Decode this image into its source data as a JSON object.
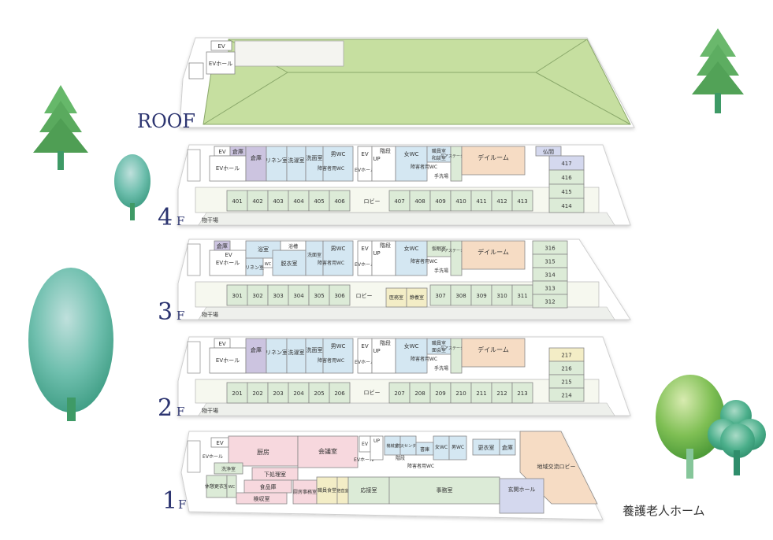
{
  "caption": "養護老人ホーム",
  "colors": {
    "roof": "#c6dfa0",
    "room_green": "#dcebd7",
    "room_blue": "#d4e7f2",
    "room_pink": "#f7d8de",
    "room_orange": "#f6dcc4",
    "room_purple": "#ccc4e0",
    "room_yellow": "#f3edc6",
    "room_lavender": "#d4d8ee",
    "corridor": "#f6f8ef",
    "floor_label": "#2c3470",
    "tree_green": "#5ba85f",
    "tree_trunk": "#3e9a66"
  },
  "roof": {
    "label": "ROOF",
    "ev": "EV",
    "ev_hall": "EVホール"
  },
  "floor4": {
    "label_num": "4",
    "label_f": "F",
    "storage1": "倉庫",
    "storage2": "倉庫",
    "ev": "EV",
    "ev_hall": "EVホール",
    "linen": "リネン室",
    "laundry": "洗濯室",
    "washroom": "洗面室",
    "acc_wc": "障害者用WC",
    "men_wc": "男WC",
    "ev2": "EV",
    "ev2_hall": "EVホール",
    "stairs": "階段",
    "up": "UP",
    "women_wc": "女WC",
    "staff_room": "職員室",
    "japanese_room": "和談室",
    "acc_wc2": "障害者用WC",
    "care_station": "ケアステーション",
    "handwash": "手洗場",
    "day_room": "デイルーム",
    "altar": "仏間",
    "lobby": "ロビー",
    "drying": "物干場",
    "rooms_front": [
      "401",
      "402",
      "403",
      "404",
      "405",
      "406",
      "407",
      "408",
      "409",
      "410",
      "411",
      "412",
      "413"
    ],
    "rooms_side": [
      "417",
      "416",
      "415",
      "414"
    ]
  },
  "floor3": {
    "label_num": "3",
    "label_f": "F",
    "storage": "倉庫",
    "bath": "浴室",
    "tub": "浴槽",
    "wc": "WC",
    "linen": "リネン室",
    "dressing": "脱衣室",
    "washroom": "洗面室",
    "acc_wc": "障害者用WC",
    "men_wc": "男WC",
    "ev": "EV",
    "ev_hall": "EVホール",
    "ev2": "EV",
    "ev2_hall": "EVホール",
    "stairs": "階段",
    "up": "UP",
    "women_wc": "女WC",
    "acc_wc2": "障害者用WC",
    "nap_room": "仮眠室",
    "care_station": "ケアステーション",
    "handwash": "手洗場",
    "day_room": "デイルーム",
    "lobby": "ロビー",
    "medical": "医務室",
    "rest": "静養室",
    "drying": "物干場",
    "rooms_front_left": [
      "301",
      "302",
      "303",
      "304",
      "305",
      "306"
    ],
    "rooms_front_right": [
      "307",
      "308",
      "309",
      "310",
      "311"
    ],
    "rooms_side": [
      "316",
      "315",
      "314",
      "313",
      "312"
    ]
  },
  "floor2": {
    "label_num": "2",
    "label_f": "F",
    "storage": "倉庫",
    "ev": "EV",
    "ev_hall": "EVホール",
    "linen": "リネン室",
    "laundry": "洗濯室",
    "washroom": "洗面室",
    "acc_wc": "障害者用WC",
    "men_wc": "男WC",
    "ev2": "EV",
    "ev2_hall": "EVホール",
    "stairs": "階段",
    "up": "UP",
    "women_wc": "女WC",
    "staff_room": "職員室",
    "meeting_room": "面会室",
    "acc_wc2": "障害者用WC",
    "care_station": "ケアステーション",
    "handwash": "手洗場",
    "day_room": "デイルーム",
    "lobby": "ロビー",
    "drying": "物干場",
    "rooms_front": [
      "201",
      "202",
      "203",
      "204",
      "205",
      "206",
      "207",
      "208",
      "209",
      "210",
      "211",
      "212",
      "213"
    ],
    "rooms_side": [
      "217",
      "216",
      "215",
      "214"
    ]
  },
  "floor1": {
    "label_num": "1",
    "label_f": "F",
    "ev": "EV",
    "ev_hall": "EVホール",
    "kitchen": "厨房",
    "meeting": "会議室",
    "ev2": "EV",
    "ev2_hall": "EVホール",
    "up": "UP",
    "machine_room": "機械室",
    "security_room": "防災センター",
    "archive": "書庫",
    "women_wc": "女WC",
    "men_wc": "男WC",
    "changing": "更衣室",
    "storage": "倉庫",
    "stairs": "階段",
    "acc_wc": "障害者用WC",
    "wash": "洗浄室",
    "rest_changing": "休憩更衣室",
    "wc": "WC",
    "waste": "下処理室",
    "food_storage": "食品庫",
    "inspection": "検収室",
    "kitchen_office": "厨房事務室",
    "staff_dining": "職員食堂",
    "duty_room": "宿直室",
    "reception": "応接室",
    "office": "事務室",
    "entrance": "玄関ホール",
    "community_lobby": "地域交流ロビー"
  }
}
